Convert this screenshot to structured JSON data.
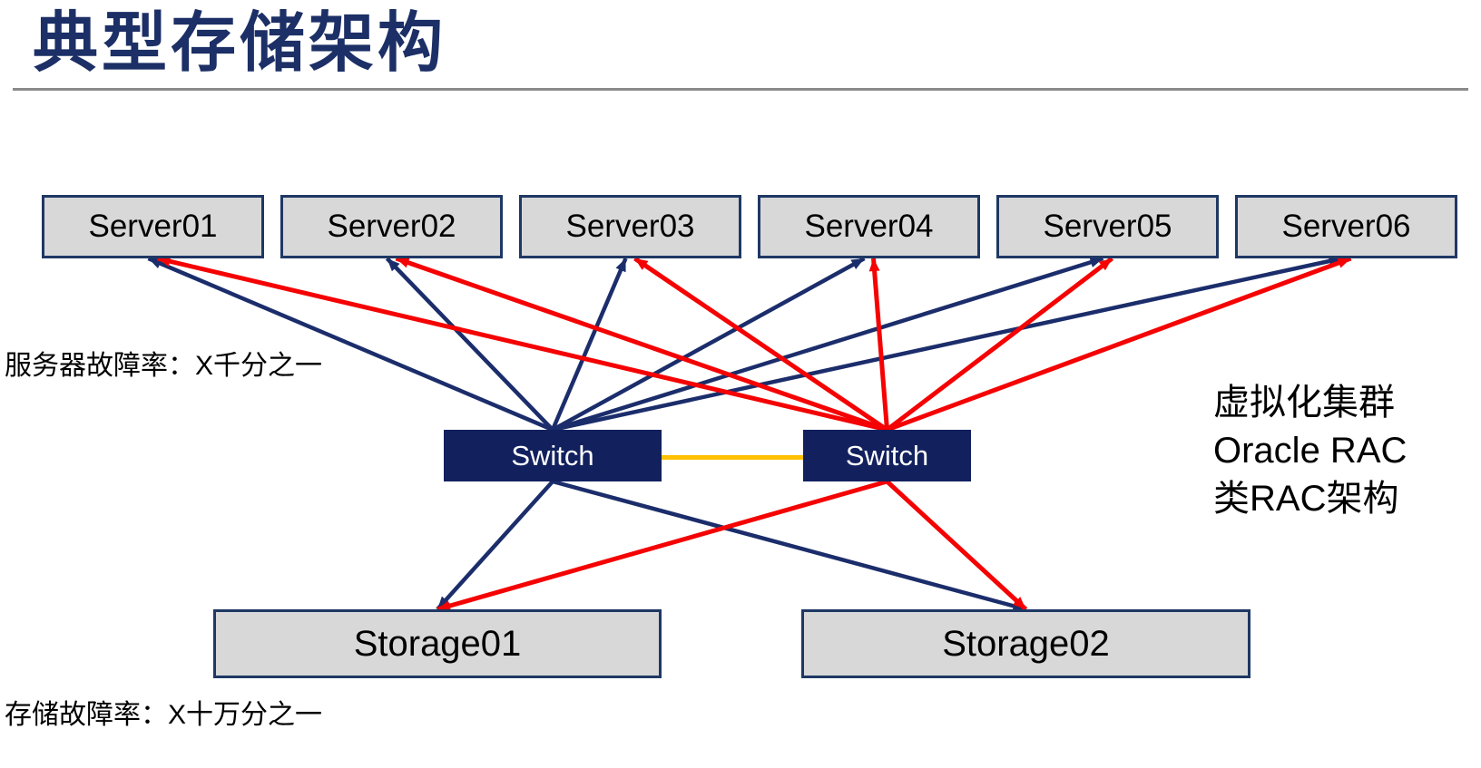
{
  "title": "典型存储架构",
  "servers": [
    {
      "id": "server-1",
      "label": "Server01"
    },
    {
      "id": "server-2",
      "label": "Server02"
    },
    {
      "id": "server-3",
      "label": "Server03"
    },
    {
      "id": "server-4",
      "label": "Server04"
    },
    {
      "id": "server-5",
      "label": "Server05"
    },
    {
      "id": "server-6",
      "label": "Server06"
    }
  ],
  "switches": [
    {
      "id": "switch-a",
      "label": "Switch"
    },
    {
      "id": "switch-b",
      "label": "Switch"
    }
  ],
  "storages": [
    {
      "id": "storage-1",
      "label": "Storage01"
    },
    {
      "id": "storage-2",
      "label": "Storage02"
    }
  ],
  "labels": {
    "server_failure_rate": "服务器故障率：X千分之一",
    "storage_failure_rate": "存储故障率：X十万分之一"
  },
  "annotation": {
    "lines": [
      "虚拟化集群",
      "Oracle RAC",
      "类RAC架构"
    ]
  },
  "colors": {
    "title": "#1c2f66",
    "navy_line": "#1b2d6b",
    "red_line": "#f50202",
    "inter_switch_link": "#ffc000",
    "box_fill": "#d8d8d8",
    "box_border": "#1f3864",
    "switch_fill": "#12215e",
    "divider": "#8a8a8a"
  },
  "connections": [
    {
      "from": "server-1",
      "to": "switch-a",
      "color": "navy_line"
    },
    {
      "from": "server-2",
      "to": "switch-a",
      "color": "navy_line"
    },
    {
      "from": "server-3",
      "to": "switch-a",
      "color": "navy_line"
    },
    {
      "from": "server-4",
      "to": "switch-a",
      "color": "navy_line"
    },
    {
      "from": "server-5",
      "to": "switch-a",
      "color": "navy_line"
    },
    {
      "from": "server-6",
      "to": "switch-a",
      "color": "navy_line"
    },
    {
      "from": "server-1",
      "to": "switch-b",
      "color": "red_line"
    },
    {
      "from": "server-2",
      "to": "switch-b",
      "color": "red_line"
    },
    {
      "from": "server-3",
      "to": "switch-b",
      "color": "red_line"
    },
    {
      "from": "server-4",
      "to": "switch-b",
      "color": "red_line"
    },
    {
      "from": "server-5",
      "to": "switch-b",
      "color": "red_line"
    },
    {
      "from": "server-6",
      "to": "switch-b",
      "color": "red_line"
    },
    {
      "from": "switch-a",
      "to": "storage-1",
      "color": "navy_line"
    },
    {
      "from": "switch-a",
      "to": "storage-2",
      "color": "navy_line"
    },
    {
      "from": "switch-b",
      "to": "storage-1",
      "color": "red_line"
    },
    {
      "from": "switch-b",
      "to": "storage-2",
      "color": "red_line"
    },
    {
      "from": "switch-a",
      "to": "switch-b",
      "color": "inter_switch_link"
    }
  ]
}
